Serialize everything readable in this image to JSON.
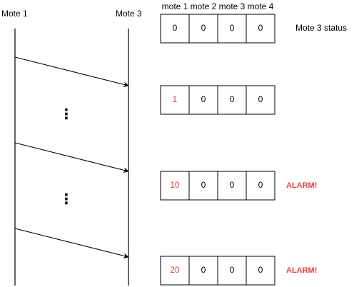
{
  "lifelines": [
    {
      "label": "Mote 1"
    },
    {
      "label": "Mote 3"
    }
  ],
  "status_table": {
    "column_headers": [
      "mote 1",
      "mote 2",
      "mote 3",
      "mote 4"
    ],
    "caption": "Mote 3 status",
    "rows": [
      {
        "values": [
          "0",
          "0",
          "0",
          "0"
        ],
        "highlight": [
          false,
          false,
          false,
          false
        ],
        "note": ""
      },
      {
        "values": [
          "1",
          "0",
          "0",
          "0"
        ],
        "highlight": [
          true,
          false,
          false,
          false
        ],
        "note": ""
      },
      {
        "values": [
          "10",
          "0",
          "0",
          "0"
        ],
        "highlight": [
          true,
          false,
          false,
          false
        ],
        "note": "ALARM!"
      },
      {
        "values": [
          "20",
          "0",
          "0",
          "0"
        ],
        "highlight": [
          true,
          false,
          false,
          false
        ],
        "note": "ALARM!"
      }
    ]
  },
  "ellipsis": [
    "⋮",
    "⋮"
  ],
  "colors": {
    "line": "#000000",
    "highlight": "#e8403a",
    "alarm": "#e8403a"
  }
}
